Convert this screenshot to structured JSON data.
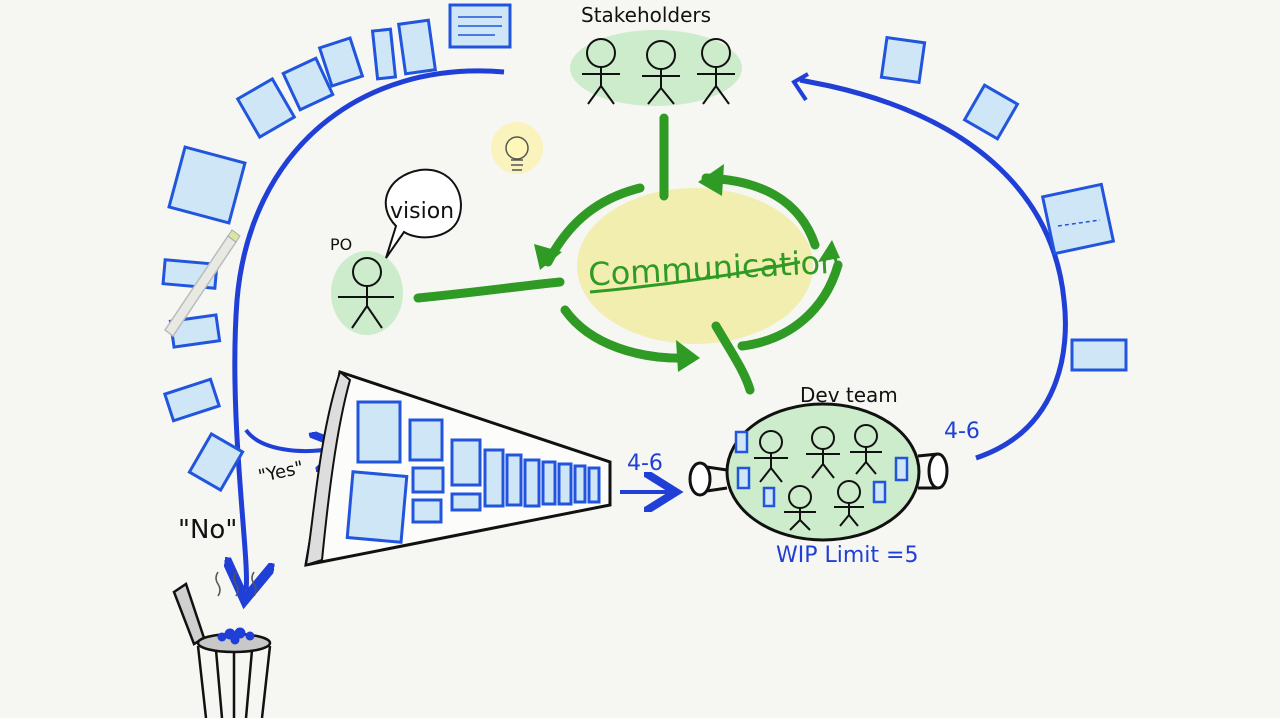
{
  "labels": {
    "stakeholders": "Stakeholders",
    "po": "PO",
    "vision": "vision",
    "communication": "Communication",
    "dev_team": "Dev team",
    "yes": "\"Yes\"",
    "no": "\"No\"",
    "throughput_in": "4-6",
    "throughput_out": "4-6",
    "wip_limit": "WIP Limit =5"
  },
  "colors": {
    "background": "#f6f6f3",
    "flow_blue": "#1f3fd6",
    "card_fill": "#cfe6f6",
    "card_stroke": "#2255dd",
    "comm_green": "#2f9a24",
    "people_halo": "#cdeccb",
    "comm_halo": "#f1eeb0",
    "ink": "#111111"
  },
  "icons": [
    "lightbulb-icon",
    "pencil-icon",
    "trash-can-icon",
    "stick-figure-icon"
  ]
}
